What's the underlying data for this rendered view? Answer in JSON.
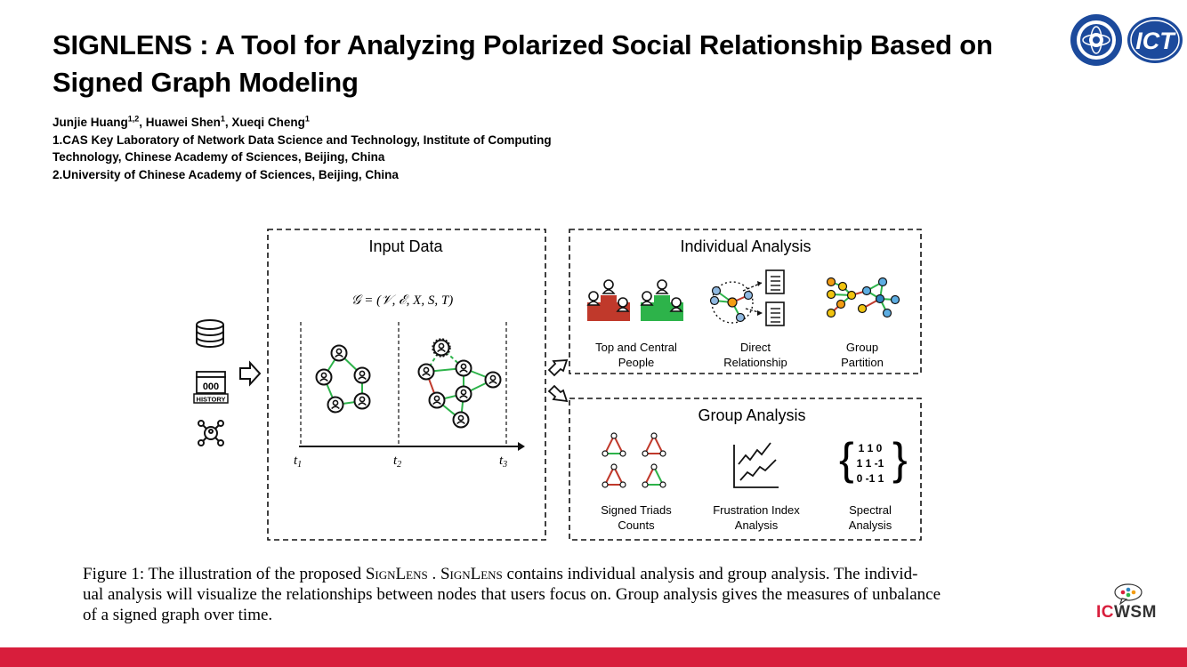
{
  "title_line1": "SIGNLENS : A Tool for Analyzing Polarized Social Relationship Based on",
  "title_line2": "Signed Graph Modeling",
  "authors": [
    {
      "name": "Junjie Huang",
      "sup": "1,2"
    },
    {
      "name": "Huawei Shen",
      "sup": "1"
    },
    {
      "name": "Xueqi Cheng",
      "sup": "1"
    }
  ],
  "affiliation_1_line1": "1.CAS Key Laboratory of Network Data Science and Technology, Institute of Computing",
  "affiliation_1_line2": "Technology, Chinese Academy of Sciences, Beijing, China",
  "affiliation_2": "2.University of Chinese Academy of Sciences, Beijing, China",
  "figure": {
    "input_title": "Input Data",
    "graph_formula": "𝒢 = (𝒱, ℰ, X, S, T)",
    "history_label": "HISTORY",
    "history_digits": "000",
    "t1": "t",
    "t1_sub": "1",
    "t2": "t",
    "t2_sub": "2",
    "t3": "t",
    "t3_sub": "3",
    "individual_title": "Individual Analysis",
    "individual_items": [
      {
        "line1": "Top and Central",
        "line2": "People"
      },
      {
        "line1": "Direct",
        "line2": "Relationship"
      },
      {
        "line1": "Group",
        "line2": "Partition"
      }
    ],
    "group_title": "Group Analysis",
    "group_items": [
      {
        "line1": "Signed Triads",
        "line2": "Counts"
      },
      {
        "line1": "Frustration Index",
        "line2": "Analysis"
      },
      {
        "line1": "Spectral",
        "line2": "Analysis"
      }
    ],
    "matrix_rows": [
      "1 1 0",
      "1 1 -1",
      "0 -1 1"
    ]
  },
  "caption": {
    "lead": "Figure 1: The illustration of the proposed ",
    "name1": "SignLens",
    "mid": " . ",
    "name2": "SignLens",
    "rest_line1": " contains individual analysis and group analysis. The individ-",
    "line2": "ual analysis will visualize the relationships between nodes that users focus on. Group analysis gives the measures of unbalance",
    "line3": "of a signed graph over time."
  },
  "logo_ict_text": "ICT",
  "icwsm_ic": "IC",
  "icwsm_rest": "WSM",
  "colors": {
    "accent_red": "#d81e3c",
    "positive_edge": "#2db34a",
    "negative_edge": "#c0392b",
    "logo_blue": "#1c4a9c"
  }
}
